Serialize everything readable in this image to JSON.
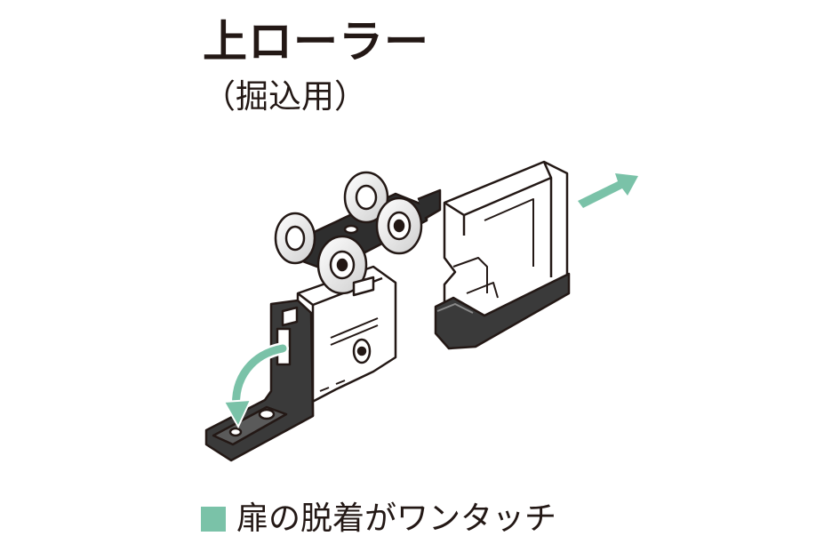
{
  "heading": {
    "title": "上ローラー",
    "subtitle": "（掘込用）"
  },
  "caption": {
    "text": "扉の脱着がワンタッチ"
  },
  "colors": {
    "accent": "#7ac2a8",
    "ink": "#231815",
    "dark_part": "#3a3a3a"
  },
  "icons": {
    "rotate_arrow": "curved-arrow-icon",
    "remove_arrow": "right-arrow-icon"
  }
}
